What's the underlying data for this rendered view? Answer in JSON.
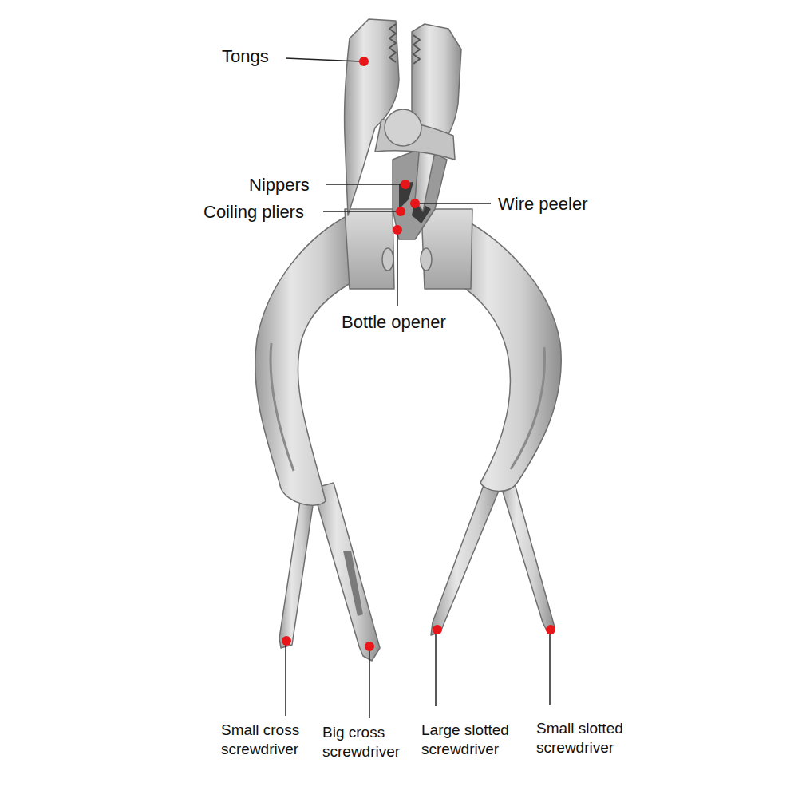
{
  "diagram": {
    "labels": [
      "Tongs",
      "Nippers",
      "Coiling pliers",
      "Wire peeler",
      "Bottle opener",
      "Small cross screwdriver",
      "Big cross screwdriver",
      "Large slotted screwdriver",
      "Small slotted screwdriver"
    ]
  }
}
